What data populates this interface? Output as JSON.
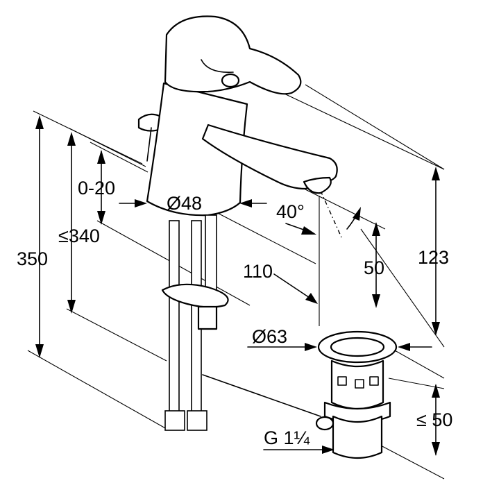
{
  "dimensions": {
    "height_total": "350",
    "height_max": "≤340",
    "adjust_range": "0-20",
    "body_diameter": "Ø48",
    "spout_angle": "40°",
    "reach": "110",
    "aerator_height": "50",
    "height_top": "123",
    "drain_diameter": "Ø63",
    "drain_height": "≤ 50",
    "thread": "G 1¼"
  },
  "colors": {
    "line": "#000000",
    "background": "#ffffff"
  }
}
